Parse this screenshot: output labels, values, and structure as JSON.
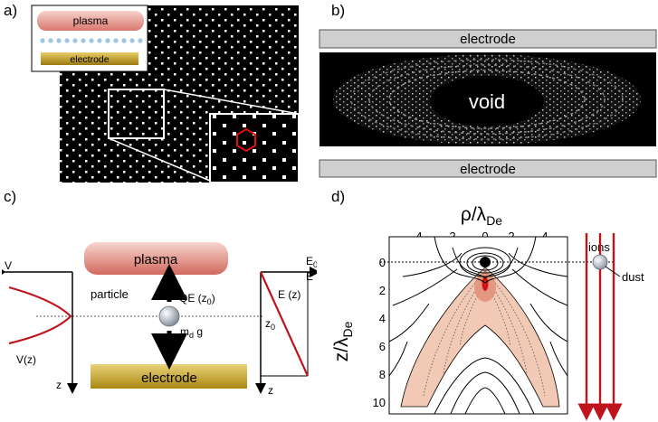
{
  "panels": {
    "a": {
      "letter": "a)",
      "inset_plasma": "plasma",
      "inset_electrode": "electrode"
    },
    "b": {
      "letter": "b)",
      "top_electrode": "electrode",
      "bottom_electrode": "electrode",
      "void_label": "void"
    },
    "c": {
      "letter": "c)",
      "plasma_label": "plasma",
      "electrode_label": "electrode",
      "particle_label": "particle",
      "force_up_label": "QE (z",
      "force_up_sub": "0",
      "force_up_close": ")",
      "force_down_label": "m",
      "force_down_sub": "d",
      "force_down_g": " g",
      "v_axis": "V",
      "v_curve": "V(z)",
      "z_axis_left": "z",
      "e_axis": "E",
      "e0_label": "E",
      "e0_sub": "0",
      "ez_label": "E (z)",
      "z0_label": "z",
      "z0_sub": "0",
      "z_axis_right": "z"
    },
    "d": {
      "letter": "d)",
      "top_axis_label": "ρ/λ",
      "top_axis_sub": "De",
      "left_axis_label": "z/λ",
      "left_axis_sub": "De",
      "top_ticks": [
        "4",
        "2",
        "0",
        "2",
        "4"
      ],
      "left_ticks": [
        "0",
        "2",
        "4",
        "6",
        "8",
        "10"
      ],
      "ions_label": "ions",
      "dust_label": "dust"
    }
  },
  "colors": {
    "plasma_fill": "#e3a39b",
    "electrode_fill": "#c9a227",
    "red_accent": "#c0141c",
    "salmon_wake": "#f2c9b4"
  }
}
